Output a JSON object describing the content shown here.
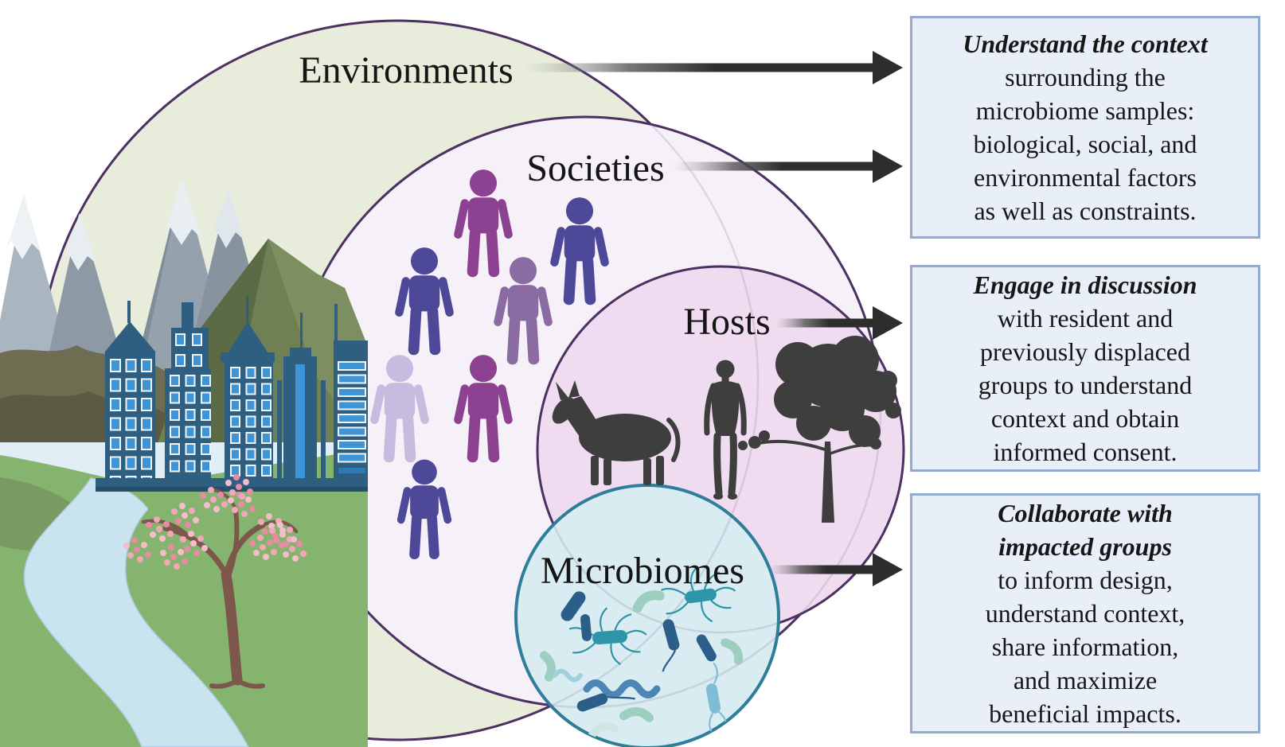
{
  "figure": {
    "rings": [
      {
        "label": "Environments",
        "fill": "#e7edda",
        "stroke": "#46265c"
      },
      {
        "label": "Societies",
        "fill": "#f6f0f8",
        "stroke": "#46265c"
      },
      {
        "label": "Hosts",
        "fill": "#efdcf0",
        "stroke": "#46265c"
      },
      {
        "label": "Microbiomes",
        "fill": "#d8ecf2",
        "stroke": "#2f7e99"
      }
    ],
    "callouts": [
      {
        "lead": "Understand the context",
        "body": "surrounding the\nmicrobiome samples:\nbiological, social, and\nenvironmental factors\nas well as constraints."
      },
      {
        "lead": "Engage in discussion",
        "body": "with resident and\npreviously displaced\ngroups to understand\ncontext and obtain\ninformed consent."
      },
      {
        "lead": "Collaborate with\nimpacted groups",
        "body": "to inform design,\nunderstand context,\nshare information,\nand maximize\nbeneficial impacts."
      }
    ],
    "colors": {
      "arrow": "#2d2d2d",
      "callout_fill": "#e9eff9",
      "callout_border": "#93abd0",
      "silhouette": "#3e3e3e",
      "people": [
        "#8d4191",
        "#4e4899",
        "#4e4899",
        "#8a6ba2",
        "#c6bcdf",
        "#8d4191",
        "#4e4899"
      ],
      "bacteria_teal": "#2e94a8",
      "bacteria_navy": "#2b5f8a",
      "bacteria_seafoam": "#9ccfc0",
      "bacteria_steel": "#4d86b4",
      "building": "#2e5f80",
      "building_window": "#3f94d6",
      "field_green": "#84b46e",
      "river_blue": "#c9e3ef",
      "blossom_pink": "#f2a8ba"
    }
  }
}
